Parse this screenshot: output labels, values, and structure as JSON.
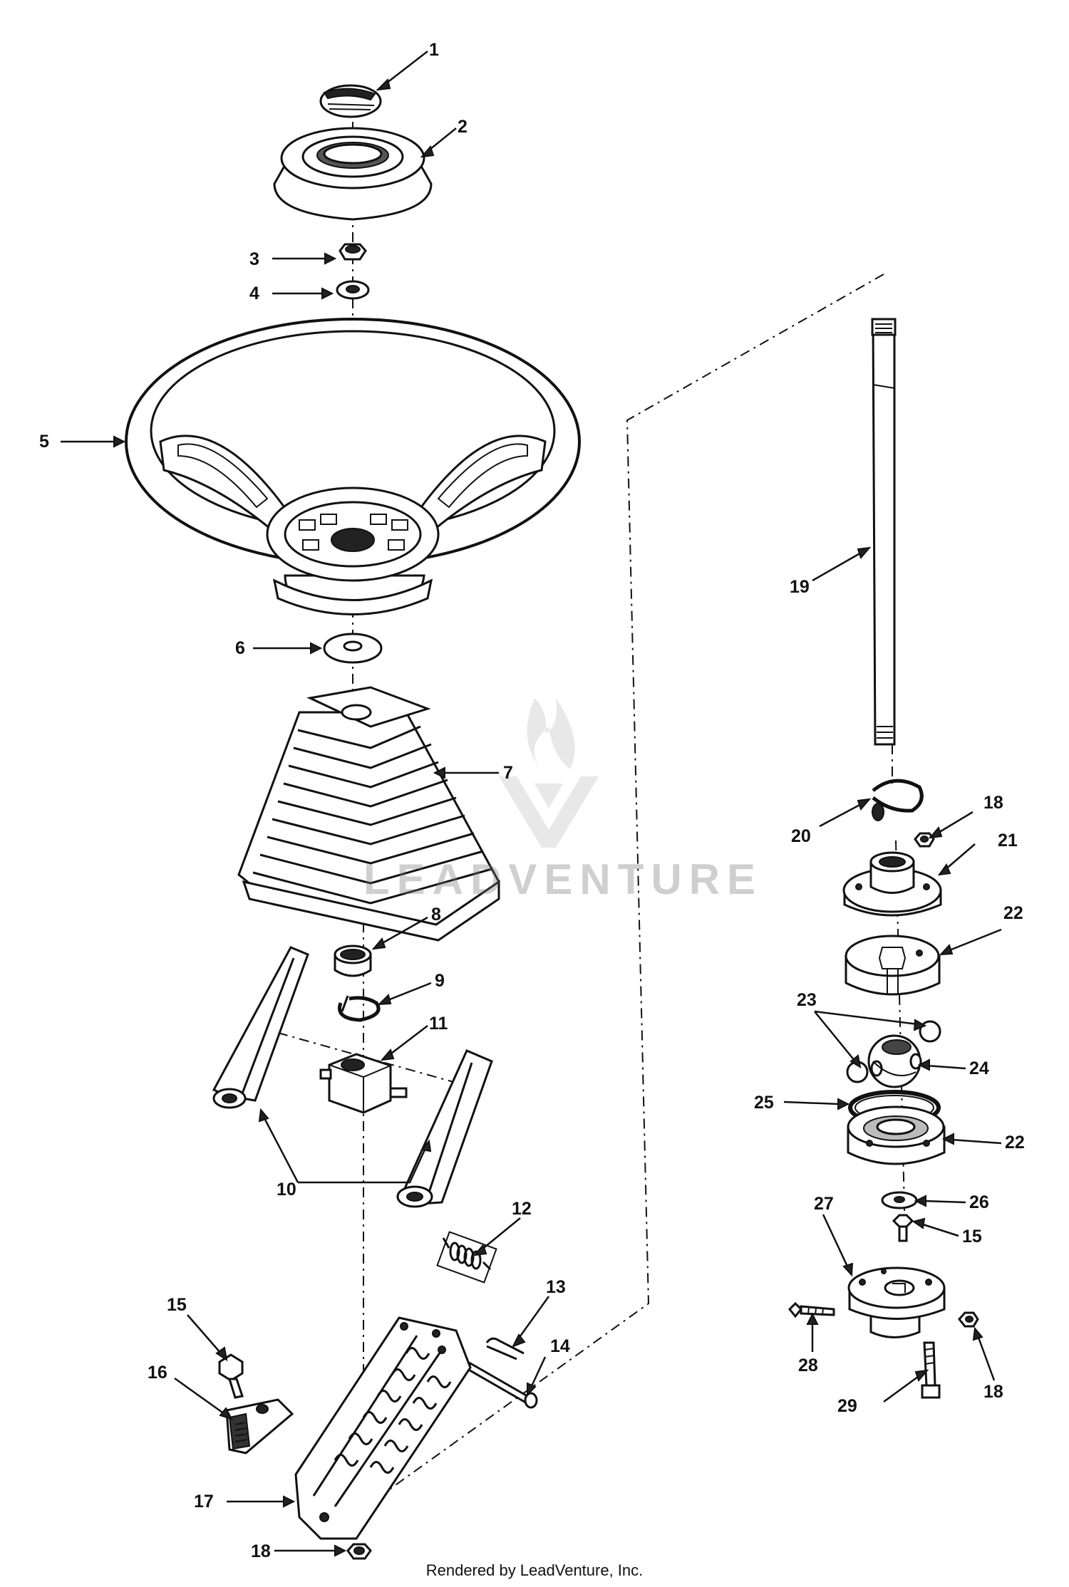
{
  "diagram": {
    "callouts": [
      "1",
      "2",
      "3",
      "4",
      "5",
      "6",
      "7",
      "8",
      "9",
      "10",
      "11",
      "12",
      "13",
      "14",
      "15",
      "16",
      "17",
      "18",
      "19",
      "20",
      "21",
      "22",
      "23",
      "24",
      "25",
      "26",
      "27",
      "28",
      "29"
    ]
  },
  "watermark": {
    "text": "LEADVENTURE"
  },
  "footer": {
    "text": "Rendered by LeadVenture, Inc."
  }
}
